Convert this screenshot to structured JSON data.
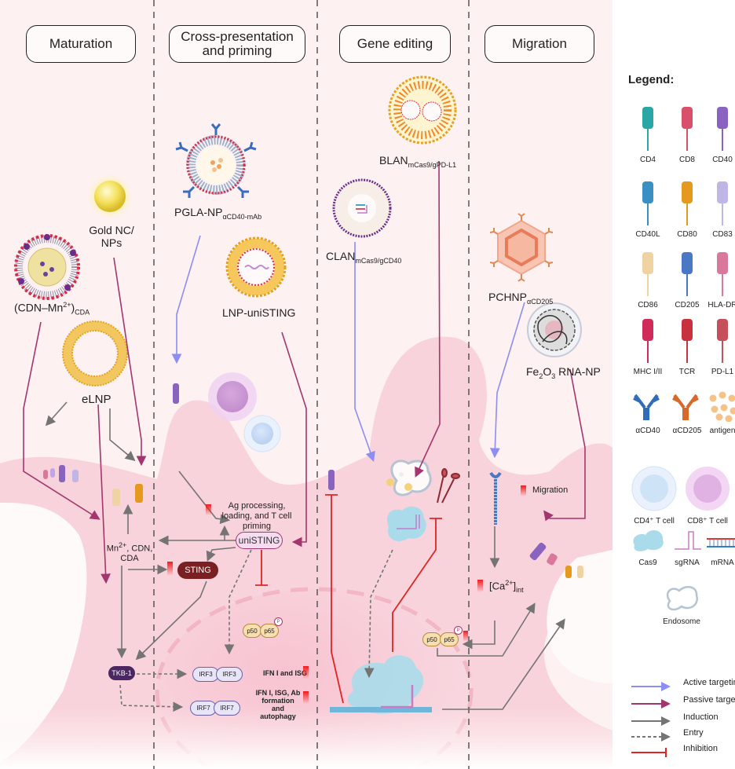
{
  "sections": [
    {
      "id": "maturation",
      "title": "Maturation",
      "border_color": "#d9574f"
    },
    {
      "id": "cross_presentation",
      "title": "Cross-presentation and priming",
      "border_color": "#c45ab3"
    },
    {
      "id": "gene_editing",
      "title": "Gene editing",
      "border_color": "#e3a04a"
    },
    {
      "id": "migration",
      "title": "Migration",
      "border_color": "#8c7cc4"
    }
  ],
  "nanoparticles": {
    "gold": "Gold NC/ NPs",
    "cdn_mn": {
      "base": "(CDN–Mn",
      "sup": "2+",
      "close": ")",
      "sub": "CDA"
    },
    "elnp": "eLNP",
    "pgla": {
      "base": "PGLA-NP",
      "sub": "αCD40-mAb"
    },
    "lnp_unisting": "LNP-uniSTING",
    "blan": {
      "base": "BLAN",
      "sub": "mCas9/gPD-L1"
    },
    "clan": {
      "base": "CLAN",
      "sub": "mCas9/gCD40"
    },
    "pchnp": {
      "base": "PCHNP",
      "sub": "αCD205"
    },
    "fe2o3": {
      "pre": "Fe",
      "sub1": "2",
      "mid": "O",
      "sub2": "3",
      "post": " RNA-NP"
    }
  },
  "pathway": {
    "mn_cdn_cda": {
      "pre": "Mn",
      "sup": "2+",
      "post": ", CDN, CDA"
    },
    "ag_processing": "Ag processing, loading, and T cell priming",
    "unisting": "uniSTING",
    "sting": "STING",
    "tkb1": "TKB-1",
    "p50": "p50",
    "p65": "p65",
    "phospho": "P",
    "irf3": "IRF3",
    "irf7": "IRF7",
    "ifn_isg": "IFN I and ISG",
    "ifn_isg_ab": "IFN I, ISG, Ab formation and autophagy",
    "migration": "Migration",
    "calcium": {
      "pre": "[Ca",
      "sup": "2+",
      "post": "]",
      "sub": "int"
    }
  },
  "legend": {
    "title": "Legend:",
    "receptors": [
      {
        "name": "CD4",
        "color": "#2aa7a5"
      },
      {
        "name": "CD8",
        "color": "#d9506a"
      },
      {
        "name": "CD40",
        "color": "#8a63c0"
      },
      {
        "name": "CD40L",
        "color": "#3b8fc2"
      },
      {
        "name": "CD80",
        "color": "#e59a1f"
      },
      {
        "name": "CD83",
        "color": "#c0b6e6"
      },
      {
        "name": "CD86",
        "color": "#efd3a3"
      },
      {
        "name": "CD205",
        "color": "#4a78c4"
      },
      {
        "name": "HLA-DR",
        "color": "#d9789a"
      },
      {
        "name": "MHC I/II",
        "color": "#d02b5b"
      },
      {
        "name": "TCR",
        "color": "#c8323e"
      },
      {
        "name": "PD-L1",
        "color": "#c5505a"
      },
      {
        "name": "αCD40",
        "color": "#2f6db8"
      },
      {
        "name": "αCD205",
        "color": "#d76a2a"
      },
      {
        "name": "antigen",
        "color": "#f3b36a"
      }
    ],
    "cells": [
      {
        "name": "CD4⁺ T cell",
        "color": "#cfe3f7"
      },
      {
        "name": "CD8⁺ T cell",
        "color": "#e6bde6"
      }
    ],
    "molecules": [
      {
        "name": "Cas9",
        "color": "#a9dbea"
      },
      {
        "name": "sgRNA",
        "color": "#c77bc9"
      },
      {
        "name": "mRNA",
        "color": "#d63a3a"
      }
    ],
    "endosome": {
      "name": "Endosome",
      "color": "#b7c3d3"
    },
    "arrows": [
      {
        "label": "Active targeting",
        "color": "#8d8df3",
        "style": "solid-arrow"
      },
      {
        "label": "Passive targeting",
        "color": "#a3366e",
        "style": "solid-arrow"
      },
      {
        "label": "Induction",
        "color": "#747474",
        "style": "solid-arrow"
      },
      {
        "label": "Entry",
        "color": "#747474",
        "style": "dashed-arrow"
      },
      {
        "label": "Inhibition",
        "color": "#e02424",
        "style": "bar"
      }
    ]
  },
  "colors": {
    "background": "#fdf1f1",
    "cell_body": "#f8cfd8",
    "nucleus": "#f3b3c3",
    "active": "#8d8df3",
    "passive": "#a3366e",
    "induction": "#747474",
    "inhibition": "#e02424",
    "upregulate": "#ee1c1c"
  }
}
